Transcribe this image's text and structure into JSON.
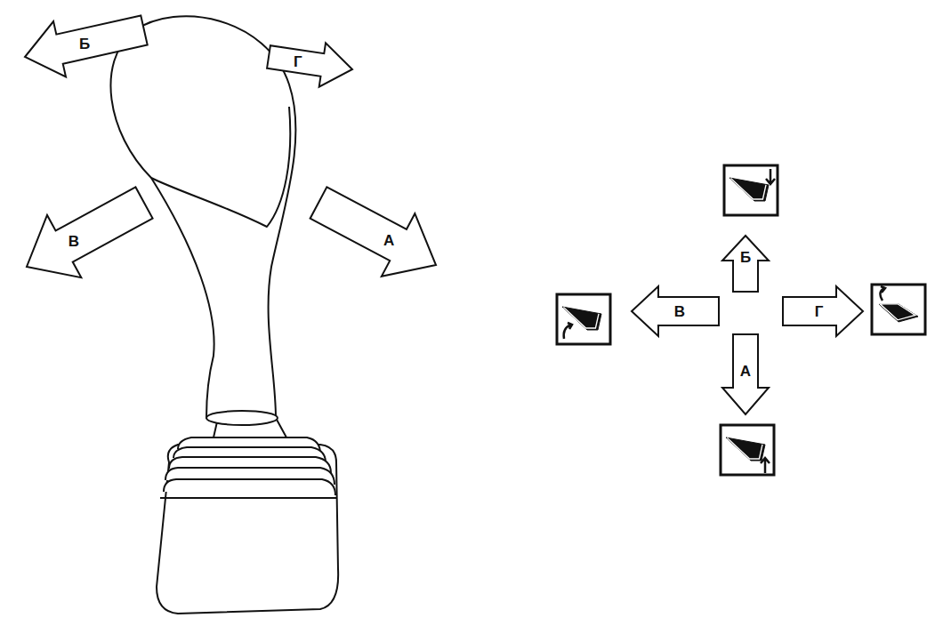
{
  "diagram": {
    "labels": [
      "Б",
      "Г",
      "В",
      "А",
      "Б",
      "В",
      "Г",
      "А"
    ]
  }
}
